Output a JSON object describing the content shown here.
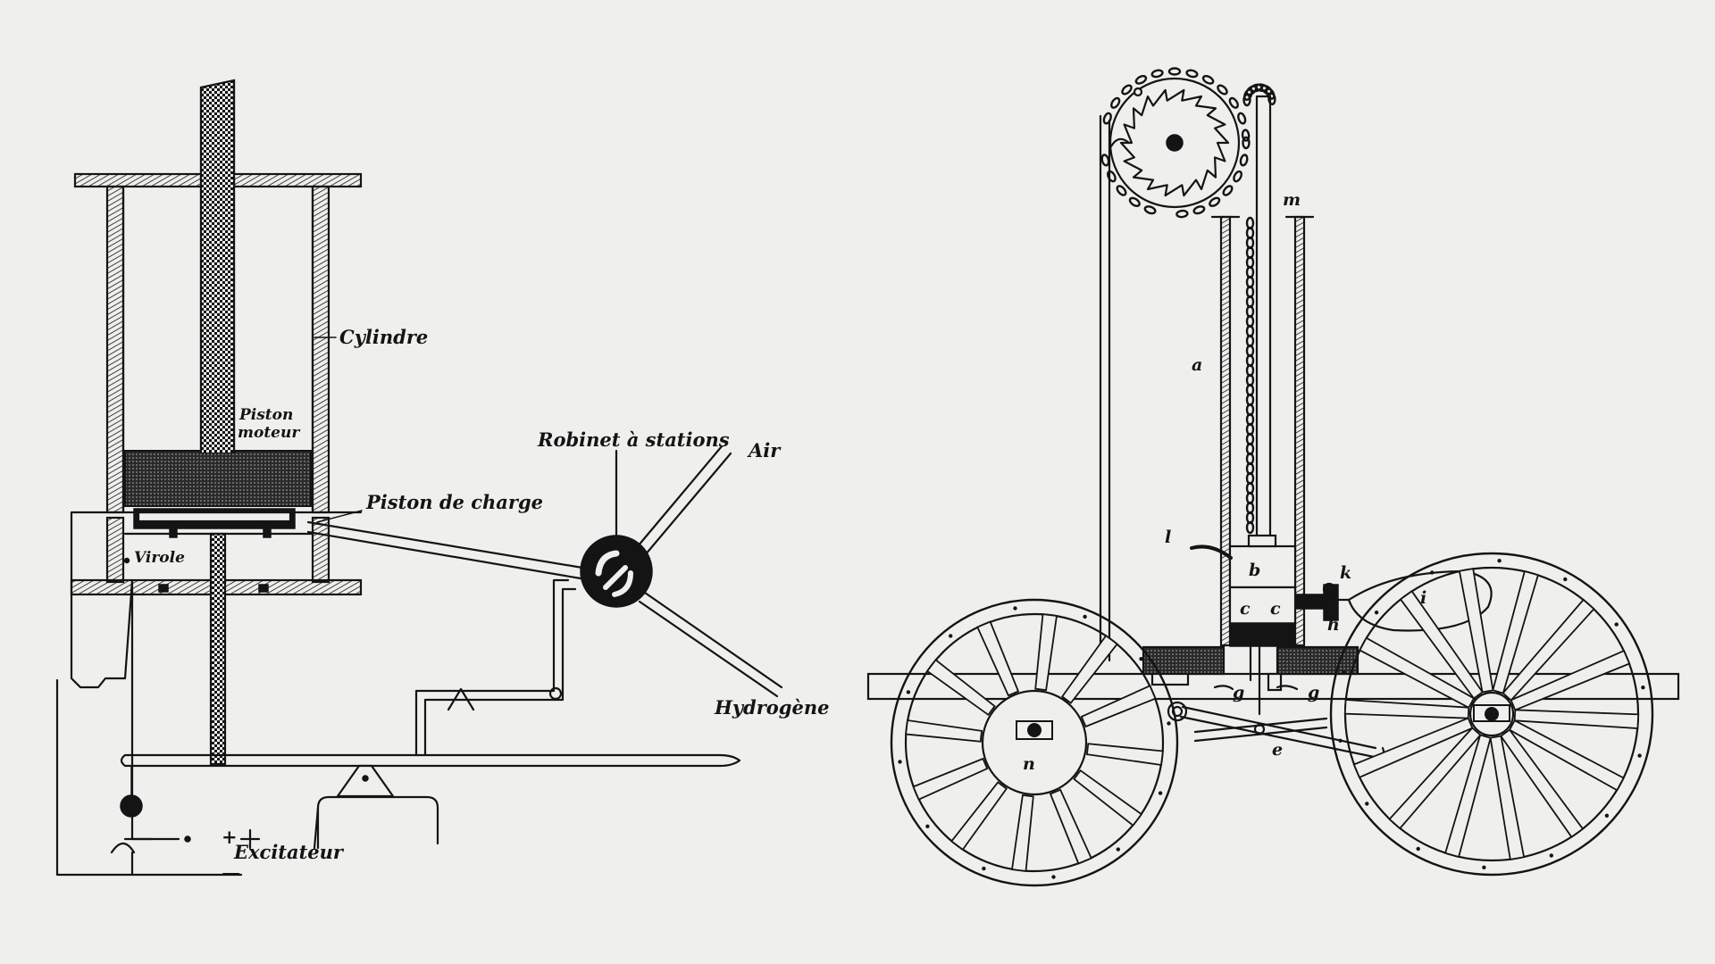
{
  "diagram": {
    "left_engine": {
      "labels": {
        "cylinder": "Cylindre",
        "motor_piston_line1": "Piston",
        "motor_piston_line2": "moteur",
        "charge_piston": "Piston de charge",
        "ferrule": "Virole",
        "station_valve": "Robinet à stations",
        "air": "Air",
        "hydrogen": "Hydrogène",
        "exciter": "Excitateur",
        "plus_sign": "+",
        "minus_sign": "—"
      }
    },
    "right_vehicle": {
      "letters": {
        "a": "a",
        "b": "b",
        "c_left": "c",
        "c_right": "c",
        "e": "e",
        "g_left": "g",
        "g_right": "g",
        "h": "h",
        "i": "i",
        "k": "k",
        "l": "l",
        "m": "m",
        "n": "n"
      }
    },
    "colors": {
      "ink": "#141414",
      "paper": "#efefed"
    }
  }
}
